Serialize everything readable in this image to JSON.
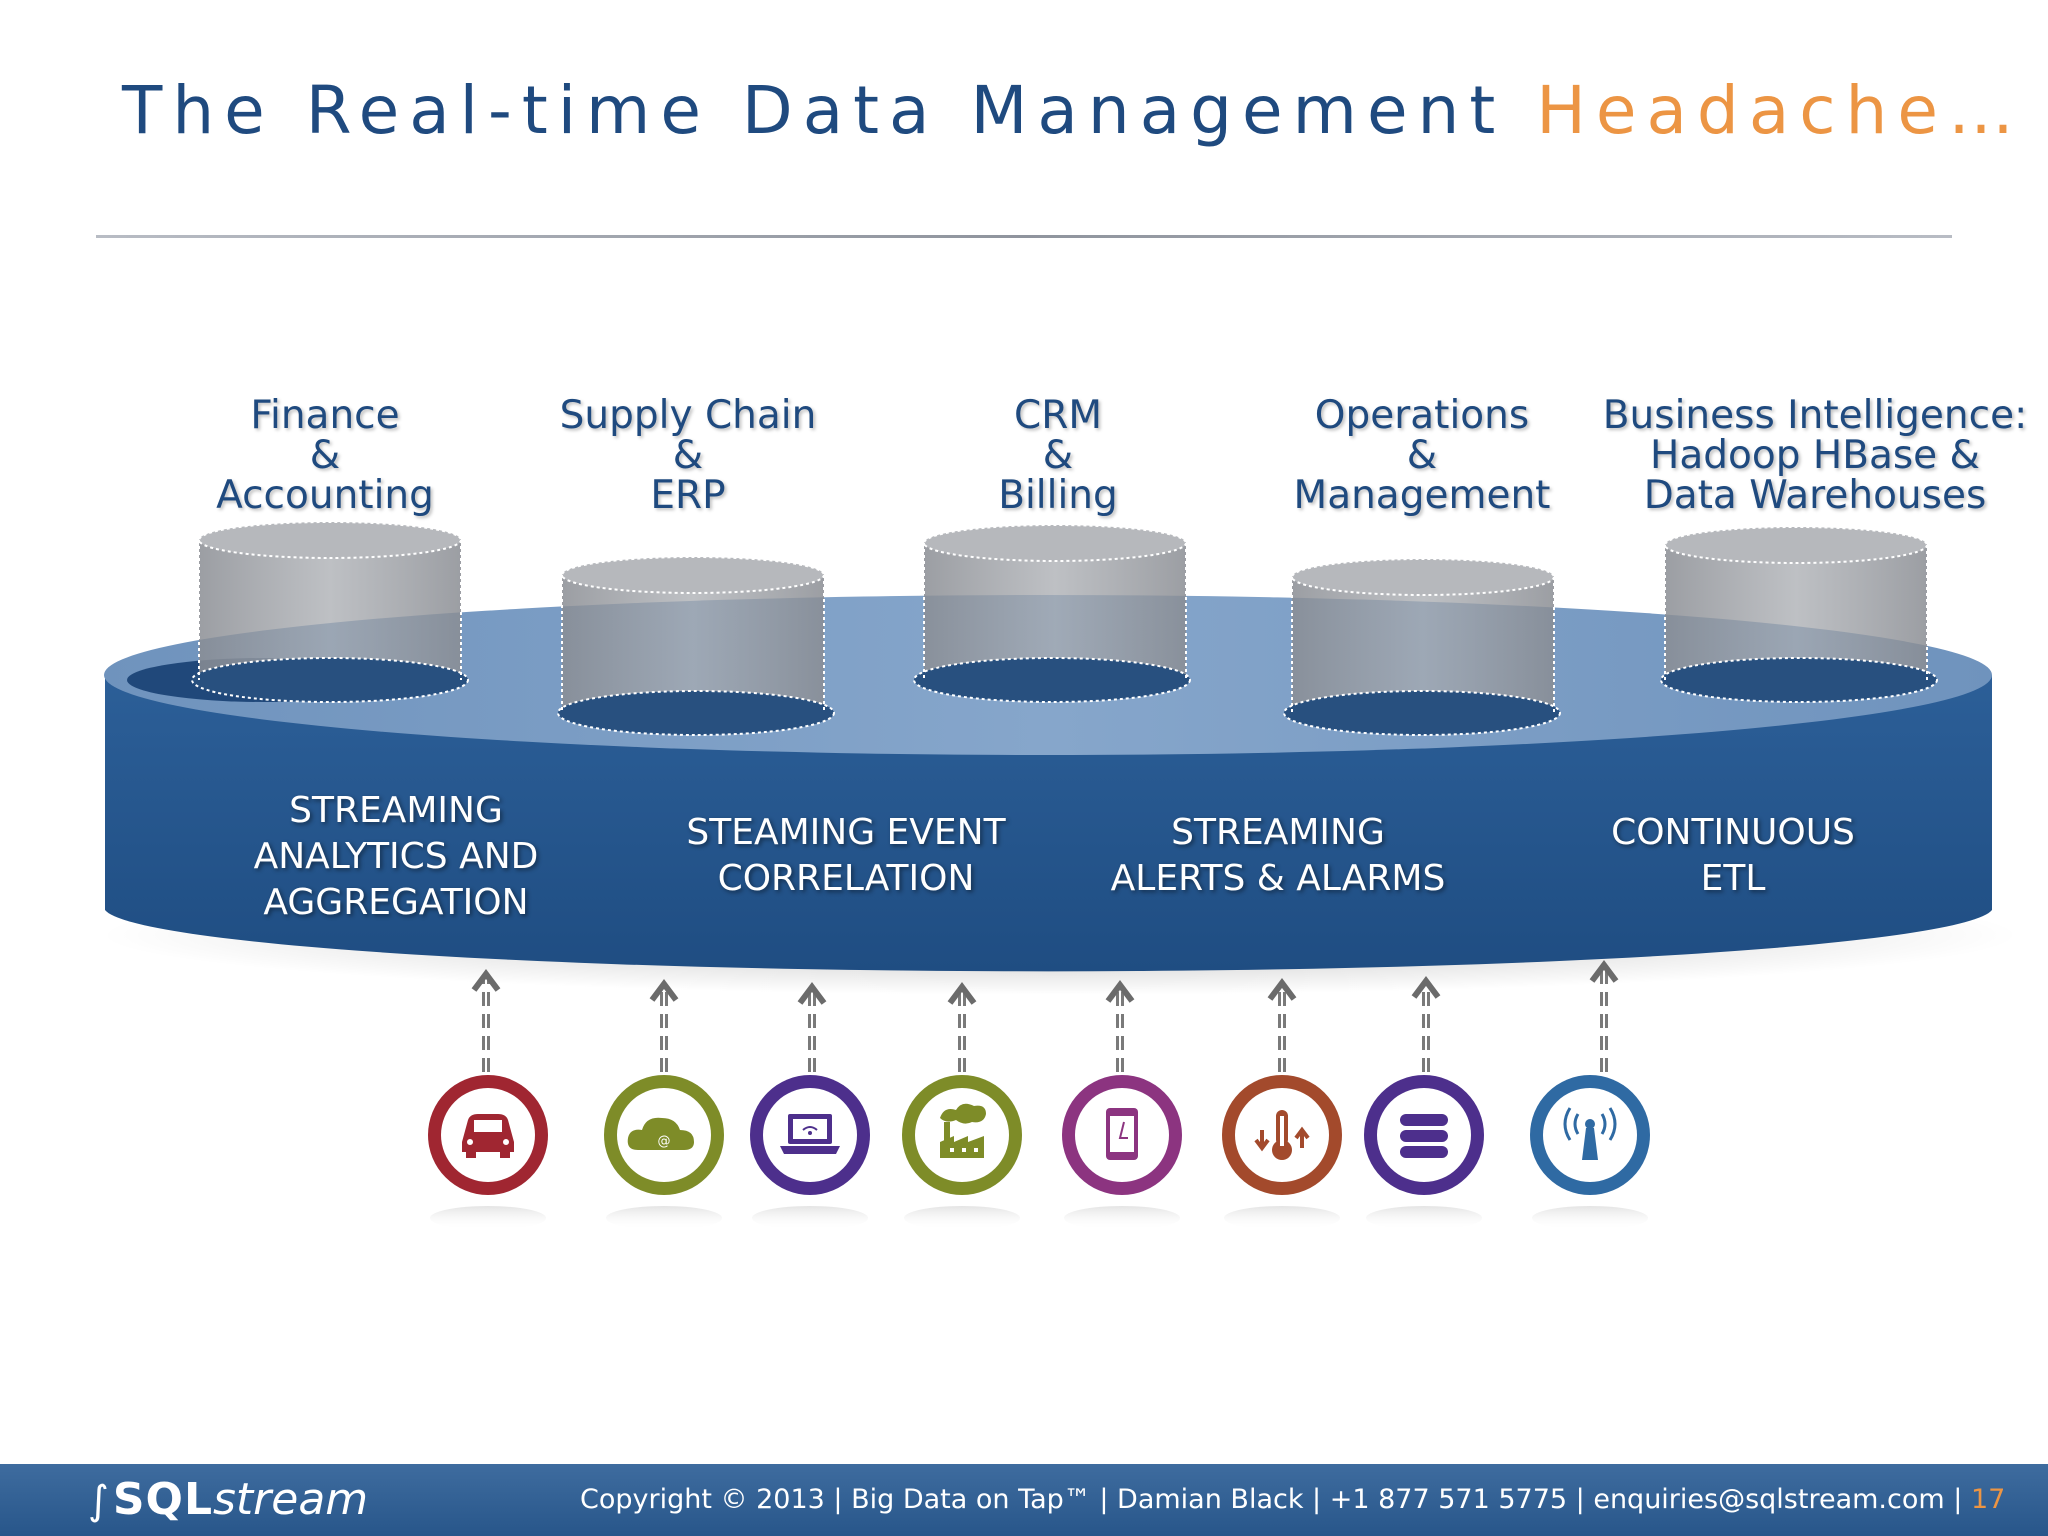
{
  "title": {
    "main": "The Real-time Data Management",
    "accent": "Headache…",
    "accent_color": "#ec9544",
    "main_color": "#1f4a7f"
  },
  "databases": [
    {
      "name": "finance-accounting",
      "lines": [
        "Finance",
        "&",
        "Accounting"
      ]
    },
    {
      "name": "supply-chain-erp",
      "lines": [
        "Supply Chain",
        "&",
        "ERP"
      ]
    },
    {
      "name": "crm-billing",
      "lines": [
        "CRM",
        "&",
        "Billing"
      ]
    },
    {
      "name": "operations-management",
      "lines": [
        "Operations",
        "&",
        "Management"
      ]
    },
    {
      "name": "business-intelligence",
      "lines": [
        "Business Intelligence:",
        "Hadoop HBase &",
        "Data Warehouses"
      ]
    }
  ],
  "platform": {
    "color": "#26588f",
    "functions": [
      {
        "lines": [
          "STREAMING",
          "ANALYTICS AND",
          "AGGREGATION"
        ]
      },
      {
        "lines": [
          "STEAMING EVENT",
          "CORRELATION"
        ]
      },
      {
        "lines": [
          "STREAMING",
          "ALERTS & ALARMS"
        ]
      },
      {
        "lines": [
          "CONTINUOUS",
          "ETL"
        ]
      }
    ]
  },
  "sources": [
    {
      "icon": "car-icon",
      "color": "#a02631"
    },
    {
      "icon": "cloud-email-icon",
      "color": "#7e8c28"
    },
    {
      "icon": "laptop-wifi-icon",
      "color": "#4d2f8c"
    },
    {
      "icon": "factory-icon",
      "color": "#7e8c28"
    },
    {
      "icon": "smartphone-icon",
      "color": "#8c3480"
    },
    {
      "icon": "thermometer-icon",
      "color": "#a34a2c"
    },
    {
      "icon": "database-stack-icon",
      "color": "#4d2f8c"
    },
    {
      "icon": "antenna-icon",
      "color": "#2f6aa3"
    }
  ],
  "footer": {
    "logo_main": "SQL",
    "logo_sub": "stream",
    "text": "Copyright © 2013  |  Big Data on Tap™  |  Damian Black |  +1 877 571 5775 |  enquiries@sqlstream.com    |",
    "page_number": "17"
  }
}
